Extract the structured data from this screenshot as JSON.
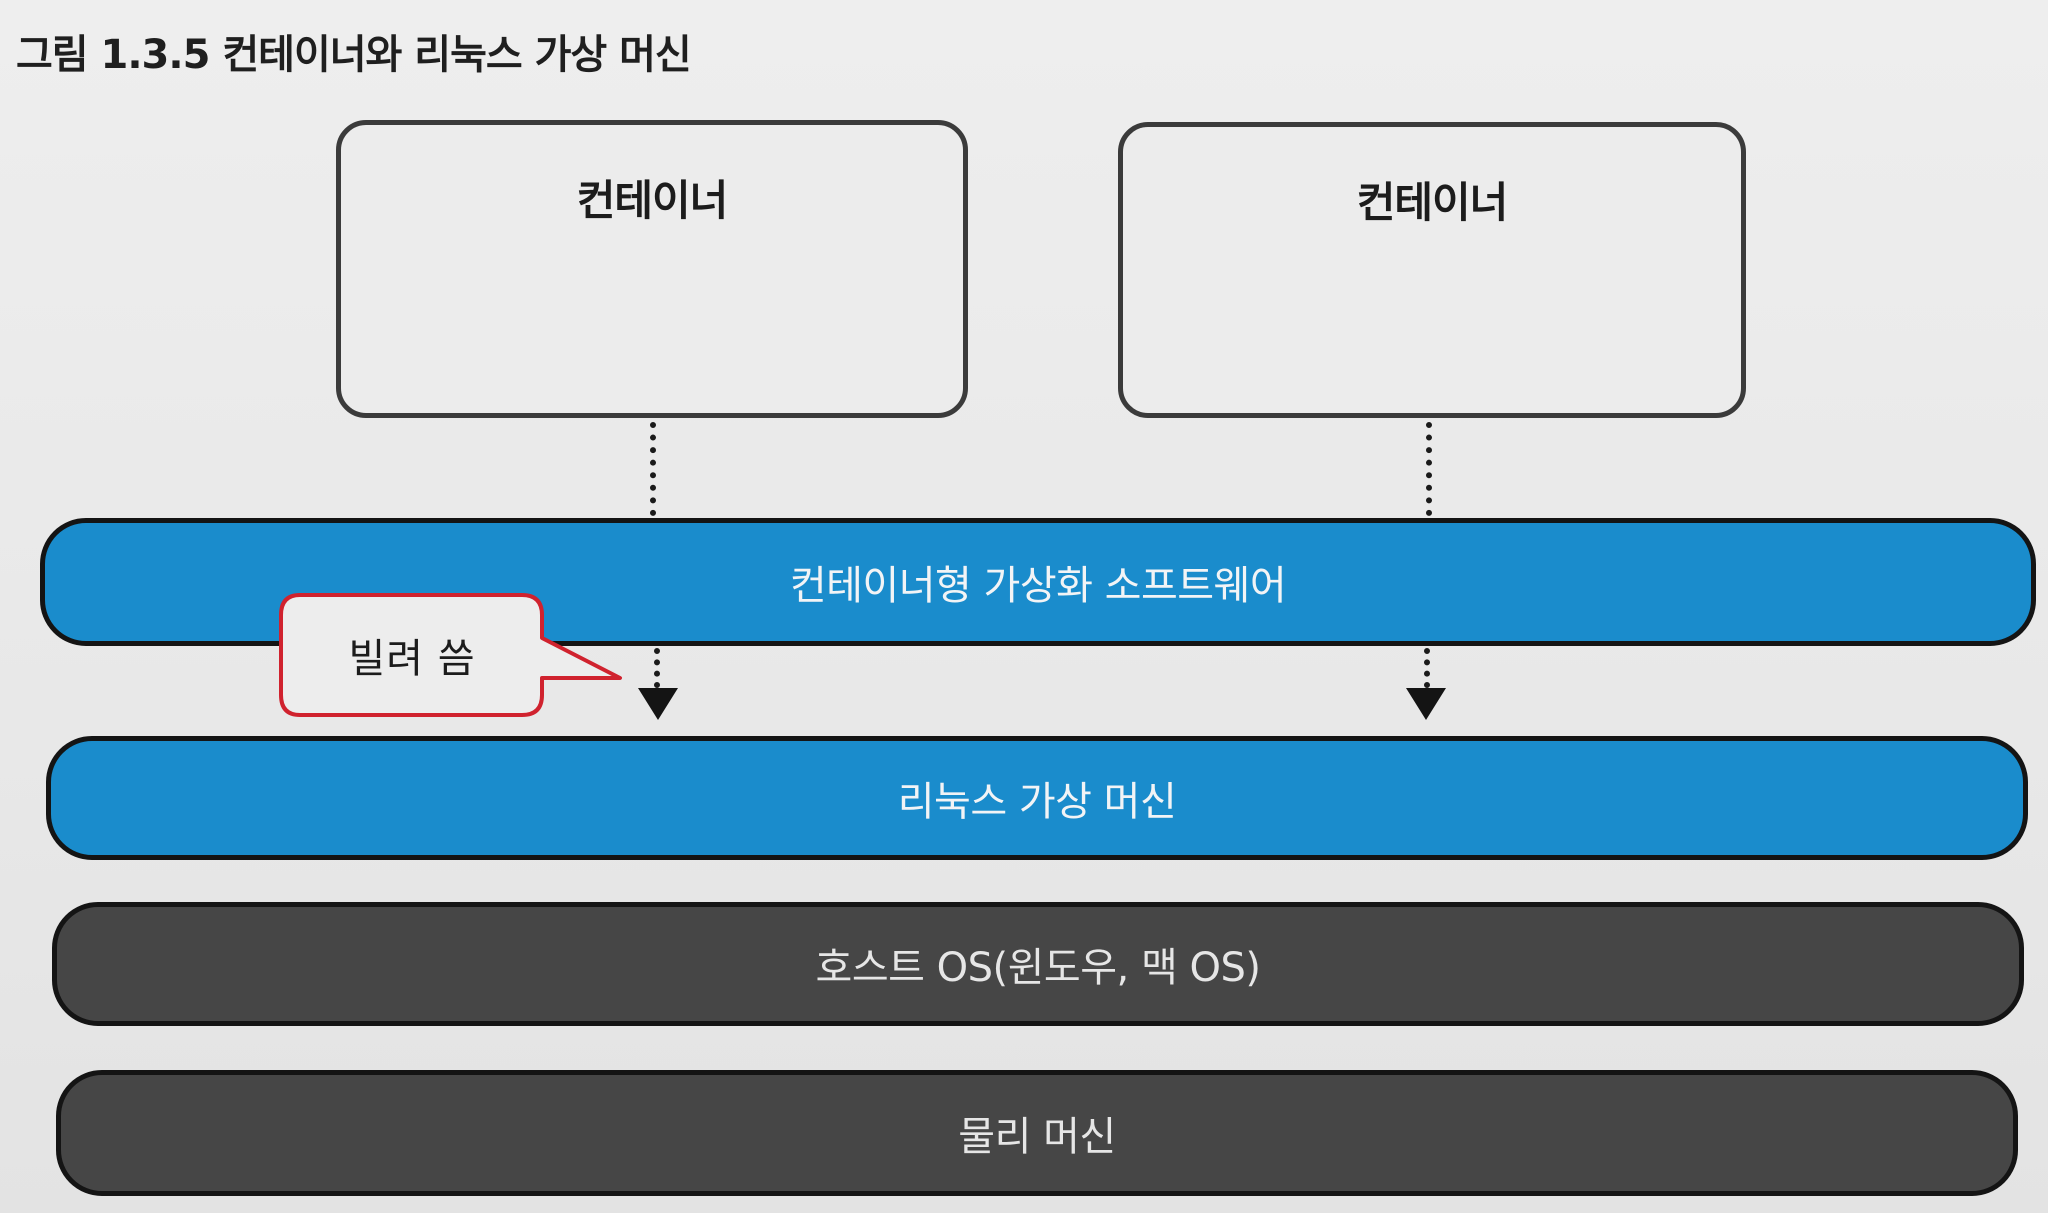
{
  "figure": {
    "title": "그림 1.3.5 컨테이너와 리눅스 가상 머신"
  },
  "containers": [
    {
      "label": "컨테이너"
    },
    {
      "label": "컨테이너"
    }
  ],
  "layers": {
    "container_software": "컨테이너형 가상화 소프트웨어",
    "linux_vm": "리눅스 가상 머신",
    "host_os": "호스트 OS(윈도우, 맥 OS)",
    "physical_machine": "물리 머신"
  },
  "callout": {
    "label": "빌려 씀",
    "border_color": "#d0222e"
  },
  "colors": {
    "blue_layer": "#1a8ccc",
    "dark_layer": "#464646",
    "outline": "#141414"
  }
}
